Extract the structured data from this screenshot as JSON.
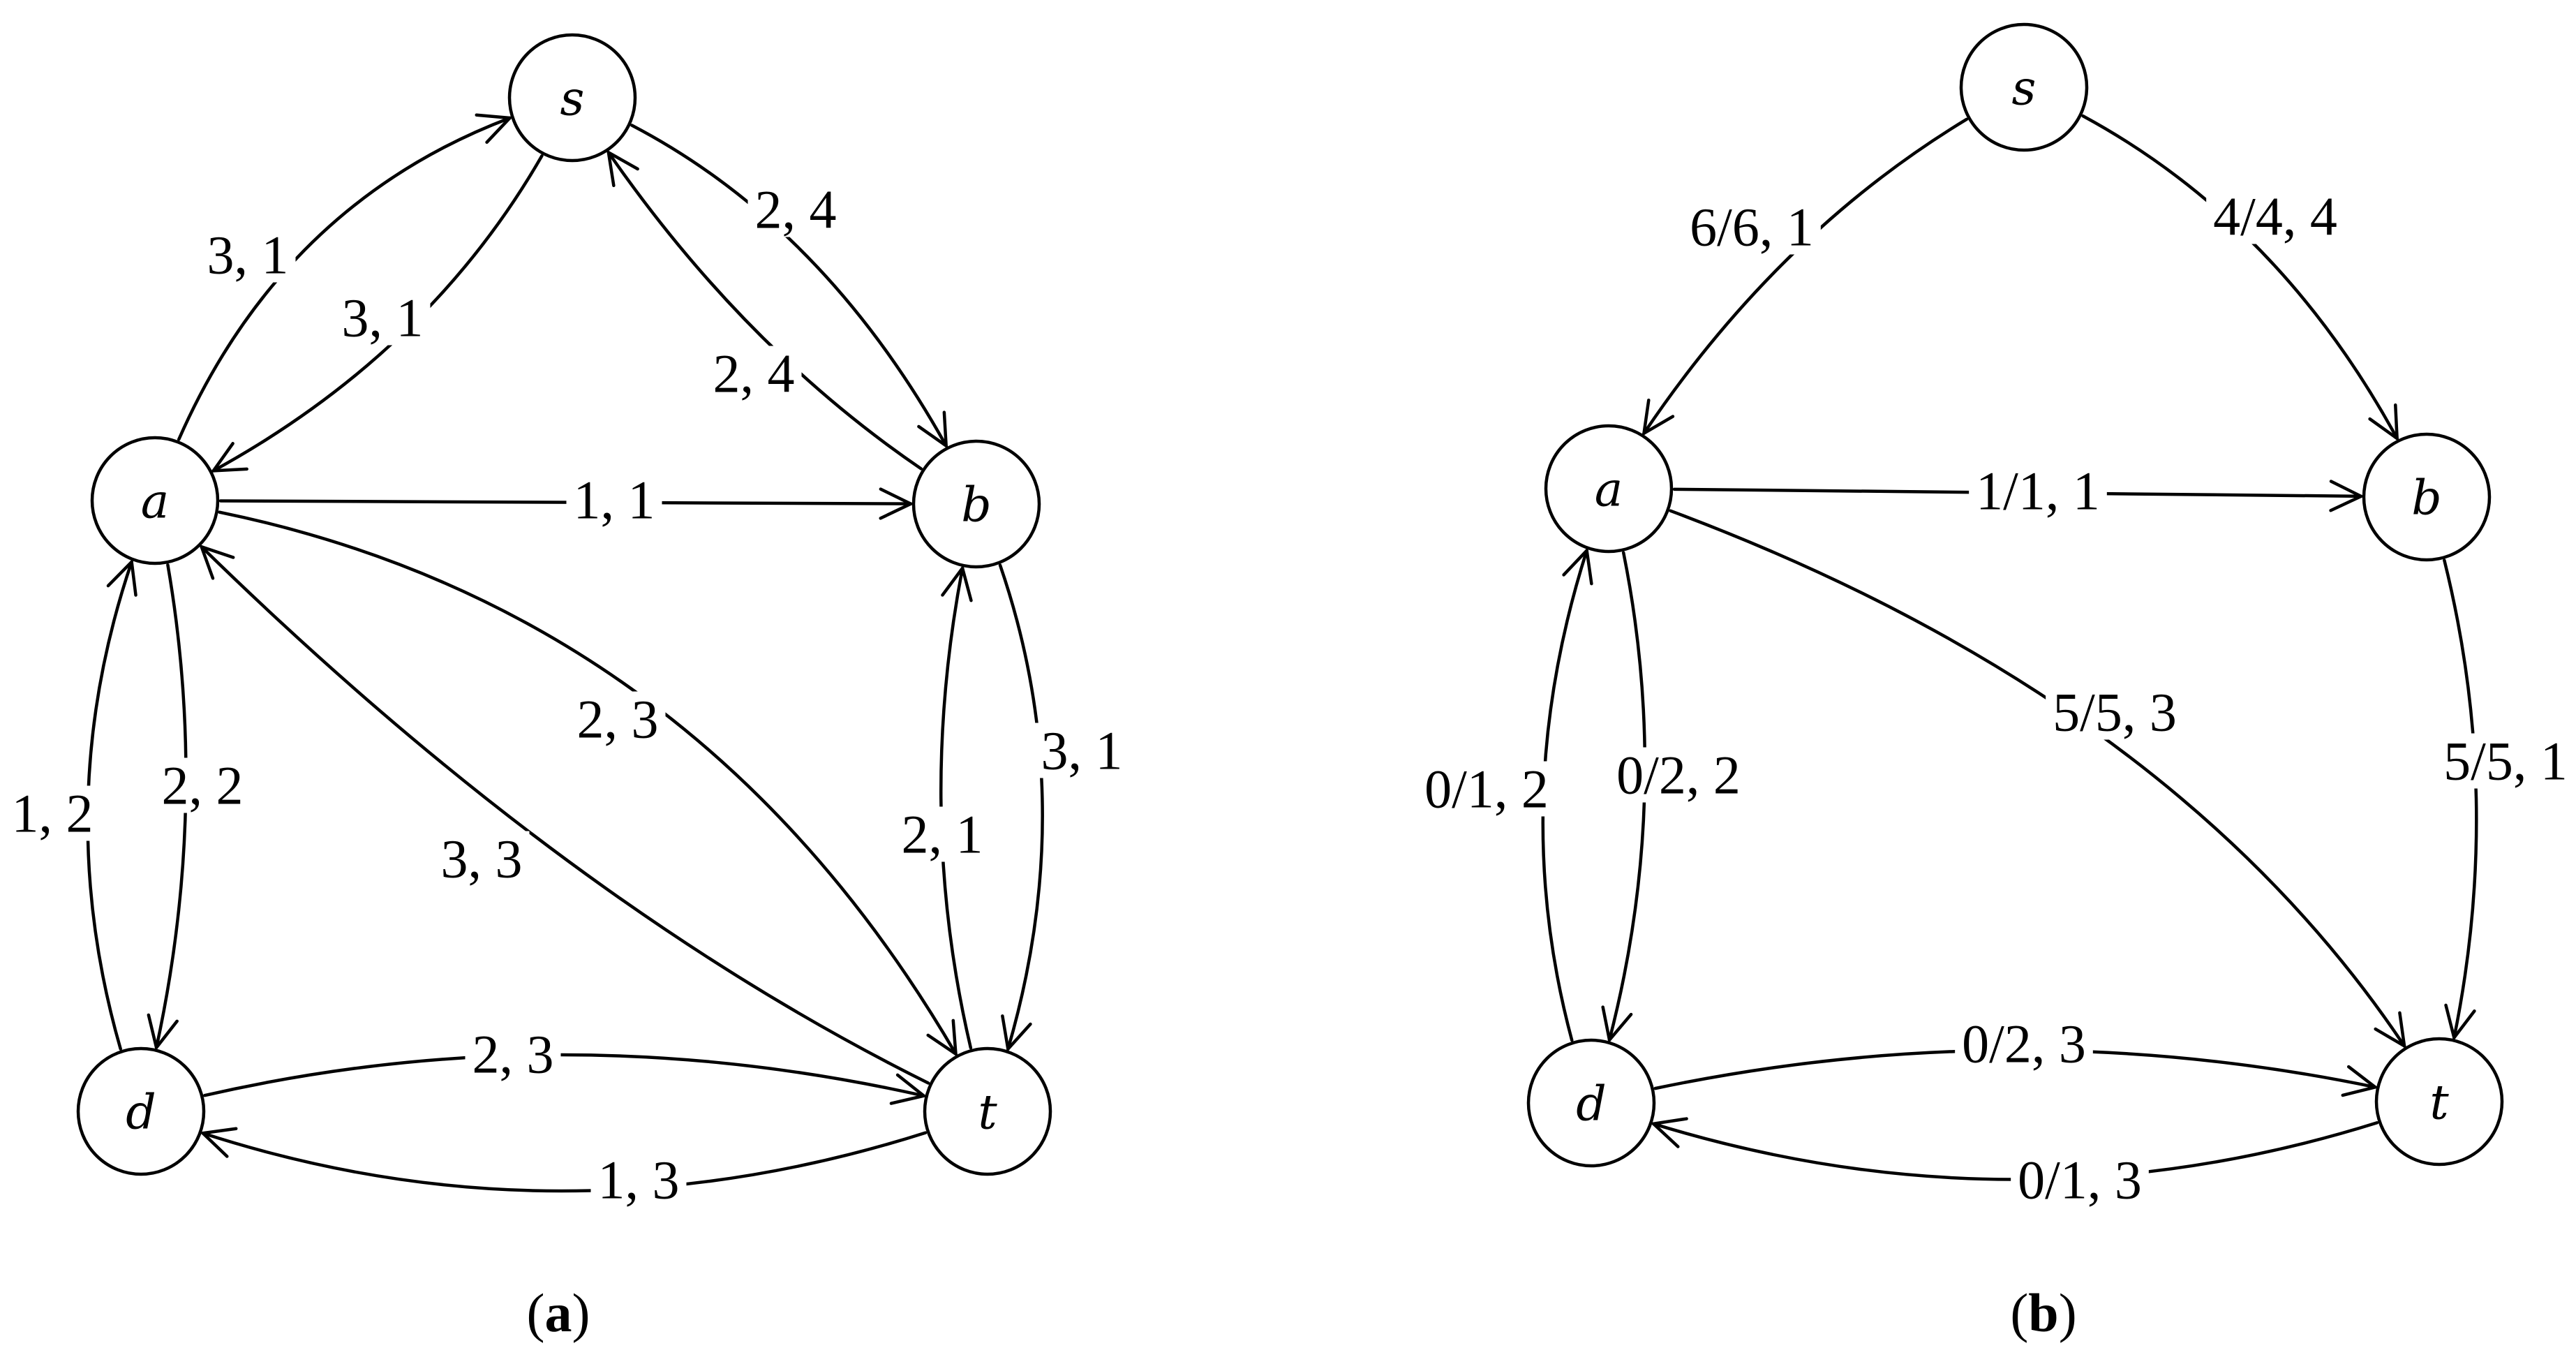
{
  "graphs": [
    {
      "id": "a",
      "caption": {
        "open": "(",
        "letter": "a",
        "close": ")"
      },
      "nodes": [
        {
          "id": "s",
          "label": "s"
        },
        {
          "id": "a",
          "label": "a"
        },
        {
          "id": "b",
          "label": "b"
        },
        {
          "id": "d",
          "label": "d"
        },
        {
          "id": "t",
          "label": "t"
        }
      ],
      "edges": [
        {
          "from": "a",
          "to": "s",
          "label": "3, 1"
        },
        {
          "from": "s",
          "to": "a",
          "label": "3, 1"
        },
        {
          "from": "s",
          "to": "b",
          "label": "2, 4"
        },
        {
          "from": "b",
          "to": "s",
          "label": "2, 4"
        },
        {
          "from": "a",
          "to": "b",
          "label": "1, 1"
        },
        {
          "from": "d",
          "to": "a",
          "label": "1, 2"
        },
        {
          "from": "a",
          "to": "d",
          "label": "2, 2"
        },
        {
          "from": "a",
          "to": "t",
          "label": "2, 3"
        },
        {
          "from": "t",
          "to": "a",
          "label": "3, 3"
        },
        {
          "from": "t",
          "to": "b",
          "label": "2, 1"
        },
        {
          "from": "b",
          "to": "t",
          "label": "3, 1"
        },
        {
          "from": "d",
          "to": "t",
          "label": "2, 3"
        },
        {
          "from": "t",
          "to": "d",
          "label": "1, 3"
        }
      ]
    },
    {
      "id": "b",
      "caption": {
        "open": "(",
        "letter": "b",
        "close": ")"
      },
      "nodes": [
        {
          "id": "s",
          "label": "s"
        },
        {
          "id": "a",
          "label": "a"
        },
        {
          "id": "b",
          "label": "b"
        },
        {
          "id": "d",
          "label": "d"
        },
        {
          "id": "t",
          "label": "t"
        }
      ],
      "edges": [
        {
          "from": "s",
          "to": "a",
          "label": "6/6, 1"
        },
        {
          "from": "s",
          "to": "b",
          "label": "4/4, 4"
        },
        {
          "from": "a",
          "to": "b",
          "label": "1/1, 1"
        },
        {
          "from": "a",
          "to": "t",
          "label": "5/5, 3"
        },
        {
          "from": "b",
          "to": "t",
          "label": "5/5, 1"
        },
        {
          "from": "a",
          "to": "d",
          "label": "0/2, 2"
        },
        {
          "from": "d",
          "to": "a",
          "label": "0/1, 2"
        },
        {
          "from": "d",
          "to": "t",
          "label": "0/2, 3"
        },
        {
          "from": "t",
          "to": "d",
          "label": "0/1, 3"
        }
      ]
    }
  ]
}
